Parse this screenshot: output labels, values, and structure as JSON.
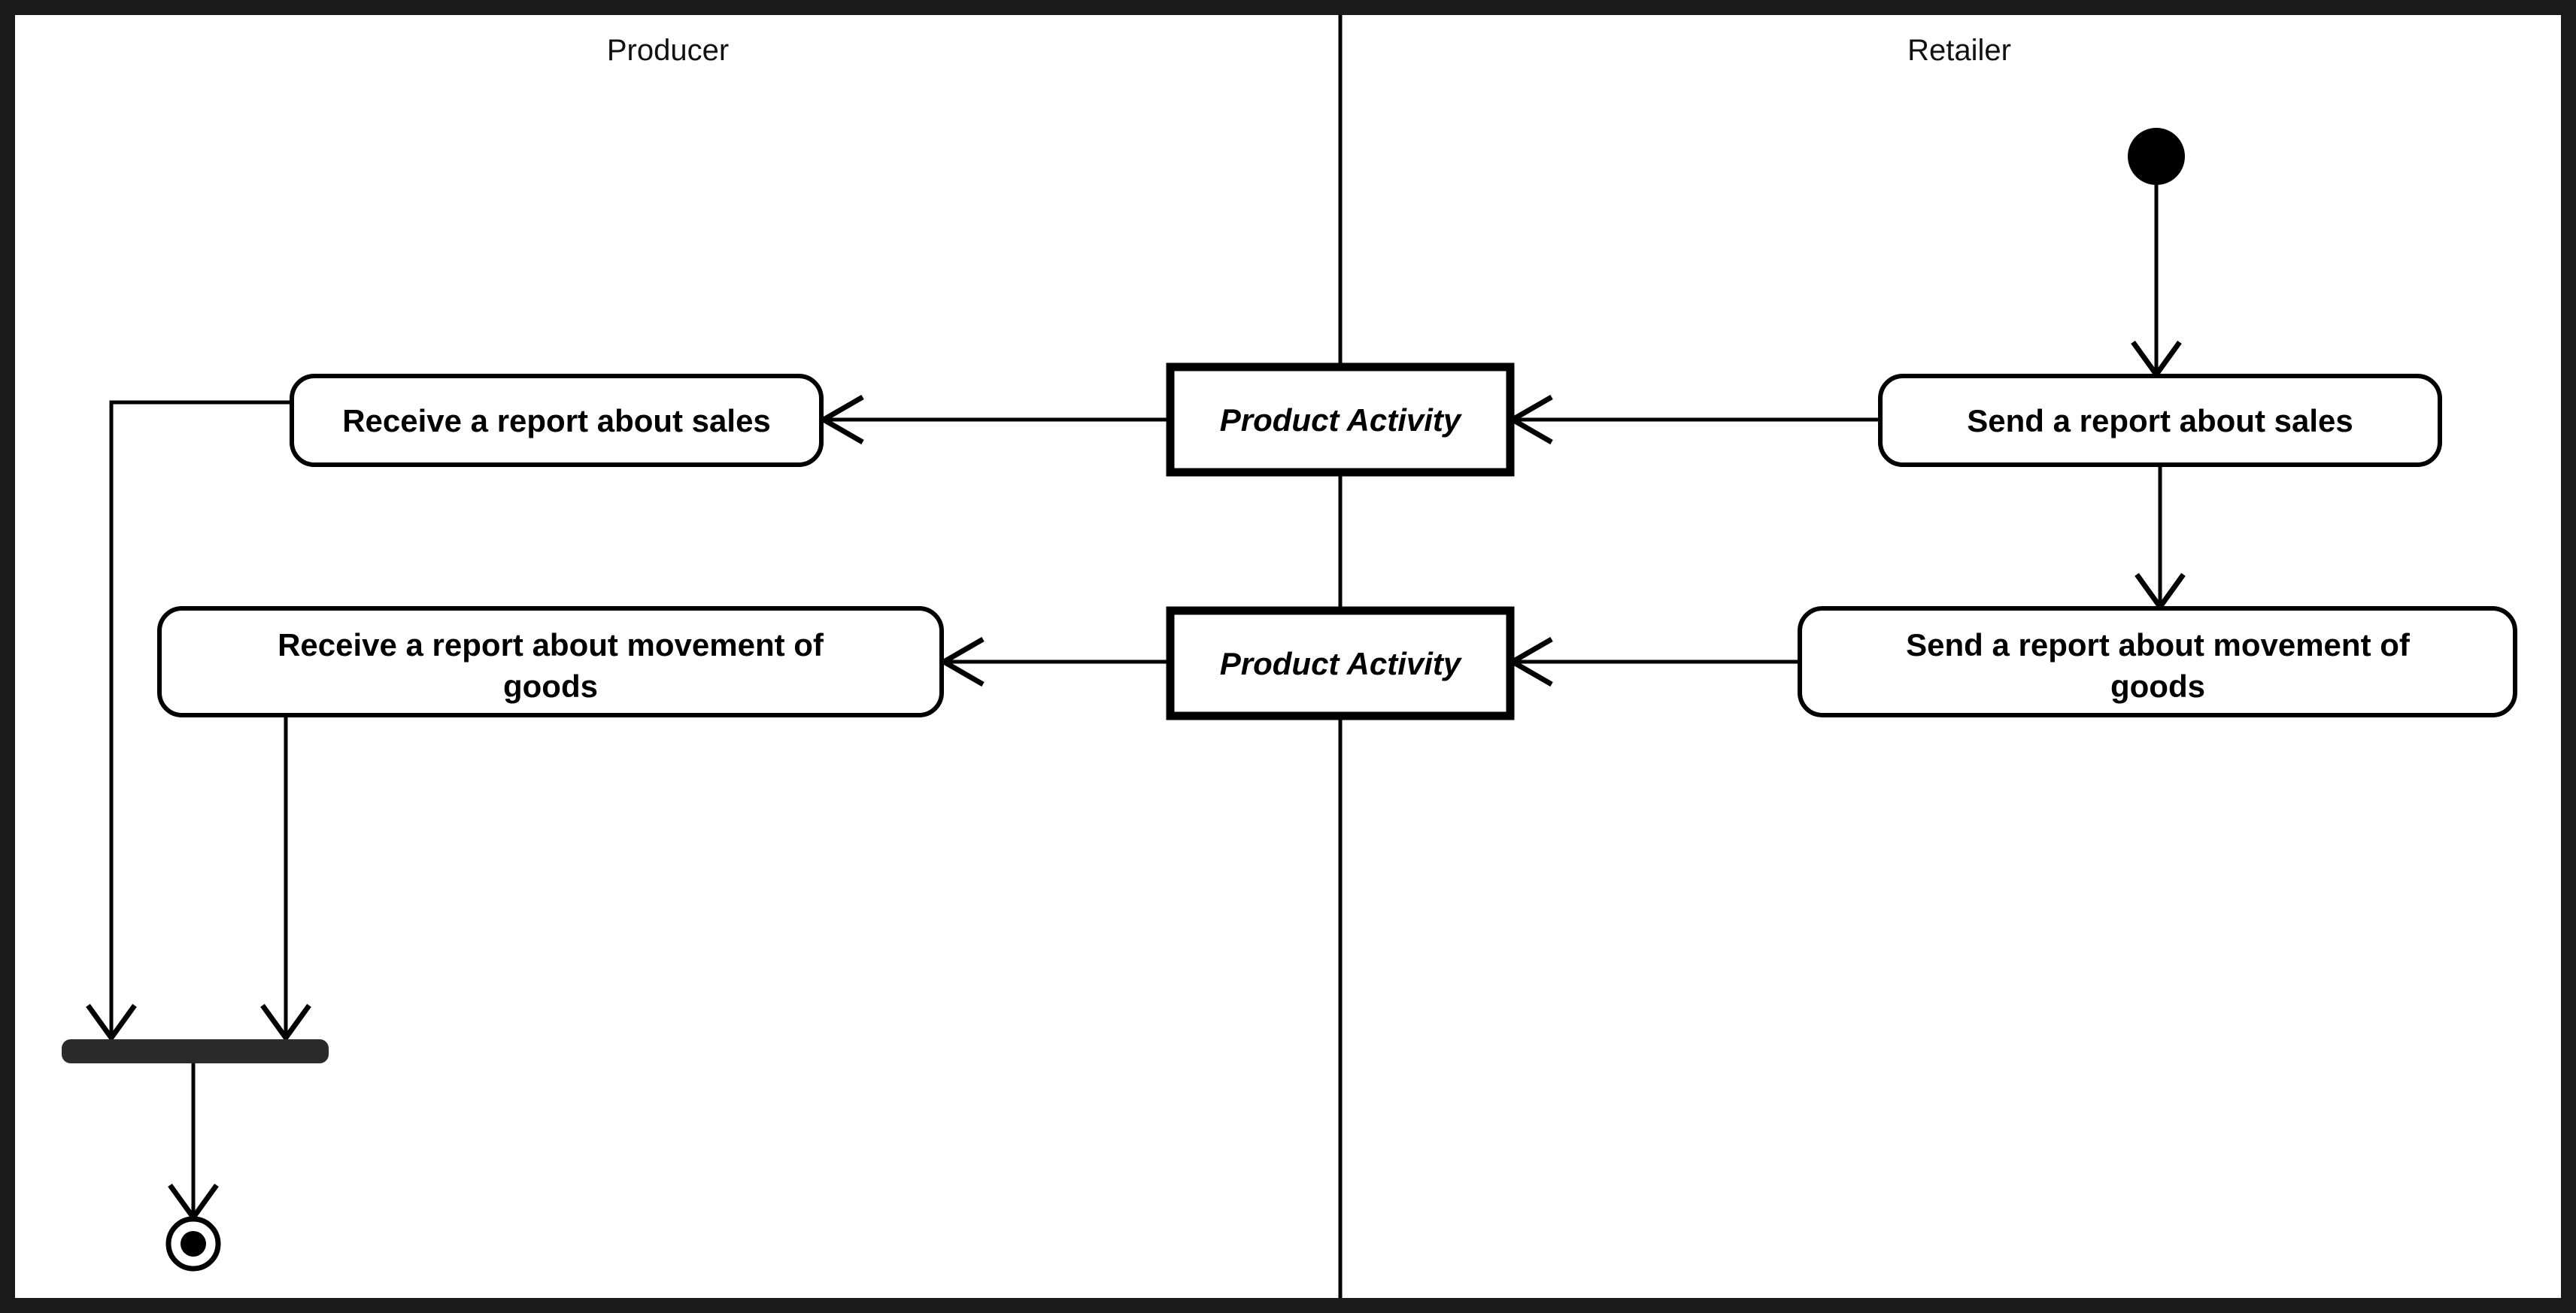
{
  "diagram": {
    "type": "uml-activity-diagram",
    "title": "",
    "frame_color": "#1a1a1a",
    "background_color": "#ffffff",
    "line_color": "#000000",
    "join_bar_color": "#2b2b2b"
  },
  "lanes": [
    {
      "id": "producer",
      "label": "Producer",
      "side": "left"
    },
    {
      "id": "retailer",
      "label": "Retailer",
      "side": "right"
    }
  ],
  "nodes": {
    "initial": {
      "name": "initial-node",
      "label": ""
    },
    "send_sales": {
      "label": "Send a report about sales"
    },
    "send_movement": {
      "label": "Send a report about movement of goods"
    },
    "send_movement_line1": {
      "label": "Send a report about movement of"
    },
    "send_movement_line2": {
      "label": "goods"
    },
    "signal_top": {
      "label": "Product Activity"
    },
    "signal_bottom": {
      "label": "Product Activity"
    },
    "receive_sales": {
      "label": "Receive a report about sales"
    },
    "receive_movement": {
      "label": "Receive a report about movement of goods"
    },
    "receive_movement_line1": {
      "label": "Receive a report about movement of"
    },
    "receive_movement_line2": {
      "label": "goods"
    },
    "join": {
      "name": "join-bar",
      "label": ""
    },
    "final": {
      "name": "final-node",
      "label": ""
    }
  },
  "edges": [
    {
      "from": "initial",
      "to": "send_sales",
      "direction": "down"
    },
    {
      "from": "send_sales",
      "to": "signal_top",
      "direction": "left"
    },
    {
      "from": "send_sales",
      "to": "send_movement",
      "direction": "down"
    },
    {
      "from": "signal_top",
      "to": "receive_sales",
      "direction": "left"
    },
    {
      "from": "send_movement",
      "to": "signal_bottom",
      "direction": "left"
    },
    {
      "from": "signal_bottom",
      "to": "receive_movement",
      "direction": "left"
    },
    {
      "from": "receive_sales",
      "to": "join",
      "direction": "down"
    },
    {
      "from": "receive_movement",
      "to": "join",
      "direction": "down"
    },
    {
      "from": "join",
      "to": "final",
      "direction": "down"
    }
  ]
}
